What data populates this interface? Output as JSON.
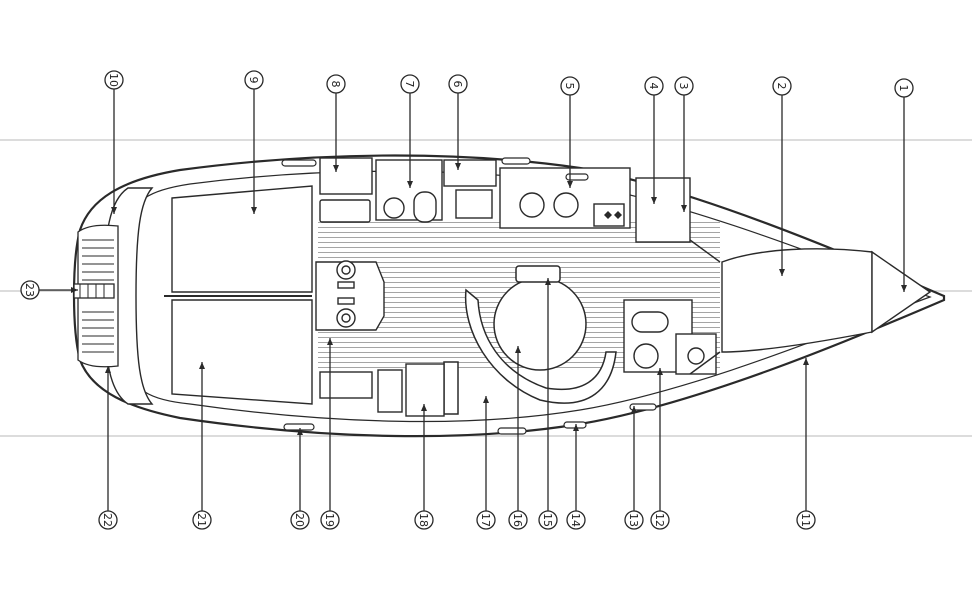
{
  "diagram": {
    "colors": {
      "ink": "#2a2a2a",
      "hatch": "#9a9a9a",
      "guide": "#b8b8b8",
      "paper": "#ffffff"
    },
    "callouts_top": [
      {
        "id": "top-1",
        "label": "1"
      },
      {
        "id": "top-2",
        "label": "2"
      },
      {
        "id": "top-3",
        "label": "3"
      },
      {
        "id": "top-4",
        "label": "4"
      },
      {
        "id": "top-5",
        "label": "5"
      },
      {
        "id": "top-6",
        "label": "6"
      },
      {
        "id": "top-7",
        "label": "7"
      },
      {
        "id": "top-8",
        "label": "8"
      },
      {
        "id": "top-9",
        "label": "9"
      },
      {
        "id": "top-10",
        "label": "10"
      }
    ],
    "callouts_bottom": [
      {
        "id": "bot-11",
        "label": "11"
      },
      {
        "id": "bot-12",
        "label": "12"
      },
      {
        "id": "bot-13",
        "label": "13"
      },
      {
        "id": "bot-14",
        "label": "14"
      },
      {
        "id": "bot-15",
        "label": "15"
      },
      {
        "id": "bot-16",
        "label": "16"
      },
      {
        "id": "bot-17",
        "label": "17"
      },
      {
        "id": "bot-18",
        "label": "18"
      },
      {
        "id": "bot-19",
        "label": "19"
      },
      {
        "id": "bot-20",
        "label": "20"
      },
      {
        "id": "bot-21",
        "label": "21"
      },
      {
        "id": "bot-22",
        "label": "22"
      }
    ],
    "callout_stern": {
      "id": "stern-23",
      "label": "23"
    }
  }
}
